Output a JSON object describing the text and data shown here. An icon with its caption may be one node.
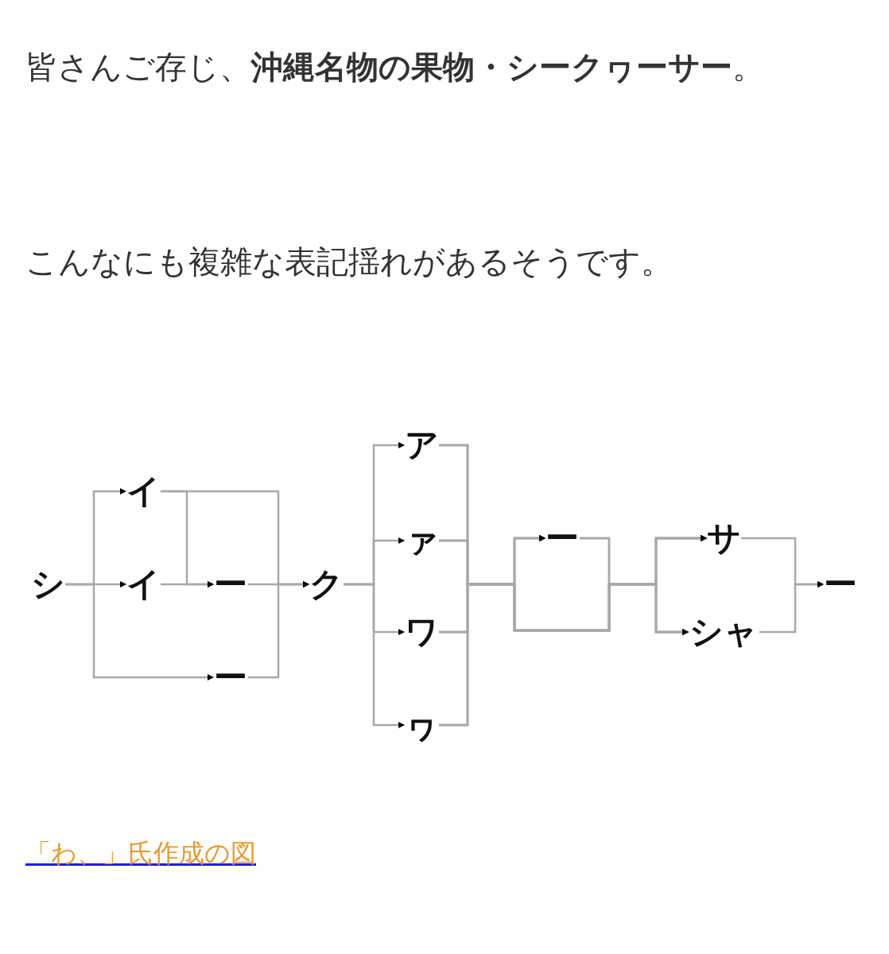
{
  "diagram": {
    "caption": "「わ、」氏作成の図",
    "nodes": [
      {
        "text": [
          "シ"
        ]
      },
      {
        "text": [
          "イ"
        ]
      },
      {
        "text": [
          "イ"
        ]
      },
      {
        "text": [
          "ー"
        ]
      },
      {
        "text": [
          "ー"
        ]
      },
      {
        "text": [
          "ク"
        ]
      },
      {
        "text": [
          "ア"
        ]
      },
      {
        "text": [
          "ァ"
        ]
      },
      {
        "text": [
          "ワ"
        ]
      },
      {
        "text": [
          "ヮ"
        ]
      },
      {
        "text": [
          "ー"
        ]
      },
      {
        "text": [
          "サ"
        ]
      },
      {
        "text": [
          "シャ"
        ]
      },
      {
        "text": [
          "ー"
        ]
      }
    ],
    "edges": [
      {
        "from": 0,
        "to": 1,
        "arrow": "to"
      },
      {
        "from": 0,
        "to": 2,
        "arrow": "to"
      },
      {
        "from": 0,
        "to": 4,
        "arrow": "to"
      },
      {
        "from": 1,
        "to": 3,
        "arrow": "to"
      },
      {
        "from": 1,
        "to": 5,
        "arrow": "to"
      },
      {
        "from": 2,
        "to": 3,
        "arrow": "to"
      },
      {
        "from": 3,
        "to": 5,
        "arrow": "to"
      },
      {
        "from": 4,
        "to": 5,
        "arrow": "to"
      },
      {
        "from": 5,
        "to": 6,
        "arrow": "to"
      },
      {
        "from": 5,
        "to": 7,
        "arrow": "to"
      },
      {
        "from": 5,
        "to": 8,
        "arrow": "to"
      },
      {
        "from": 5,
        "to": 9,
        "arrow": "to"
      },
      {
        "from": 6,
        "to": 10,
        "arrow": "to"
      },
      {
        "from": 7,
        "to": 10,
        "arrow": "to"
      },
      {
        "from": 8,
        "to": 10,
        "arrow": "to"
      },
      {
        "from": 9,
        "to": 10,
        "arrow": "to"
      },
      {
        "from": 6,
        "to": 11,
        "arrow": "to"
      },
      {
        "from": 7,
        "to": 11,
        "arrow": "to"
      },
      {
        "from": 8,
        "to": 11,
        "arrow": "to"
      },
      {
        "from": 9,
        "to": 11,
        "arrow": "to"
      },
      {
        "from": 6,
        "to": 12,
        "arrow": "to"
      },
      {
        "from": 7,
        "to": 12,
        "arrow": "to"
      },
      {
        "from": 8,
        "to": 12,
        "arrow": "to"
      },
      {
        "from": 9,
        "to": 12,
        "arrow": "to"
      },
      {
        "from": 10,
        "to": 11,
        "arrow": "to"
      },
      {
        "from": 10,
        "to": 12,
        "arrow": "to"
      },
      {
        "from": 11,
        "to": 13,
        "arrow": "to"
      },
      {
        "from": 12,
        "to": 13,
        "arrow": "to"
      }
    ],
    "labels": [
      "皆さんご存じ、**沖縄名物の果物・シークヮーサー**。",
      "こんなにも複雑な表記揺れがあるそうです。"
    ]
  }
}
